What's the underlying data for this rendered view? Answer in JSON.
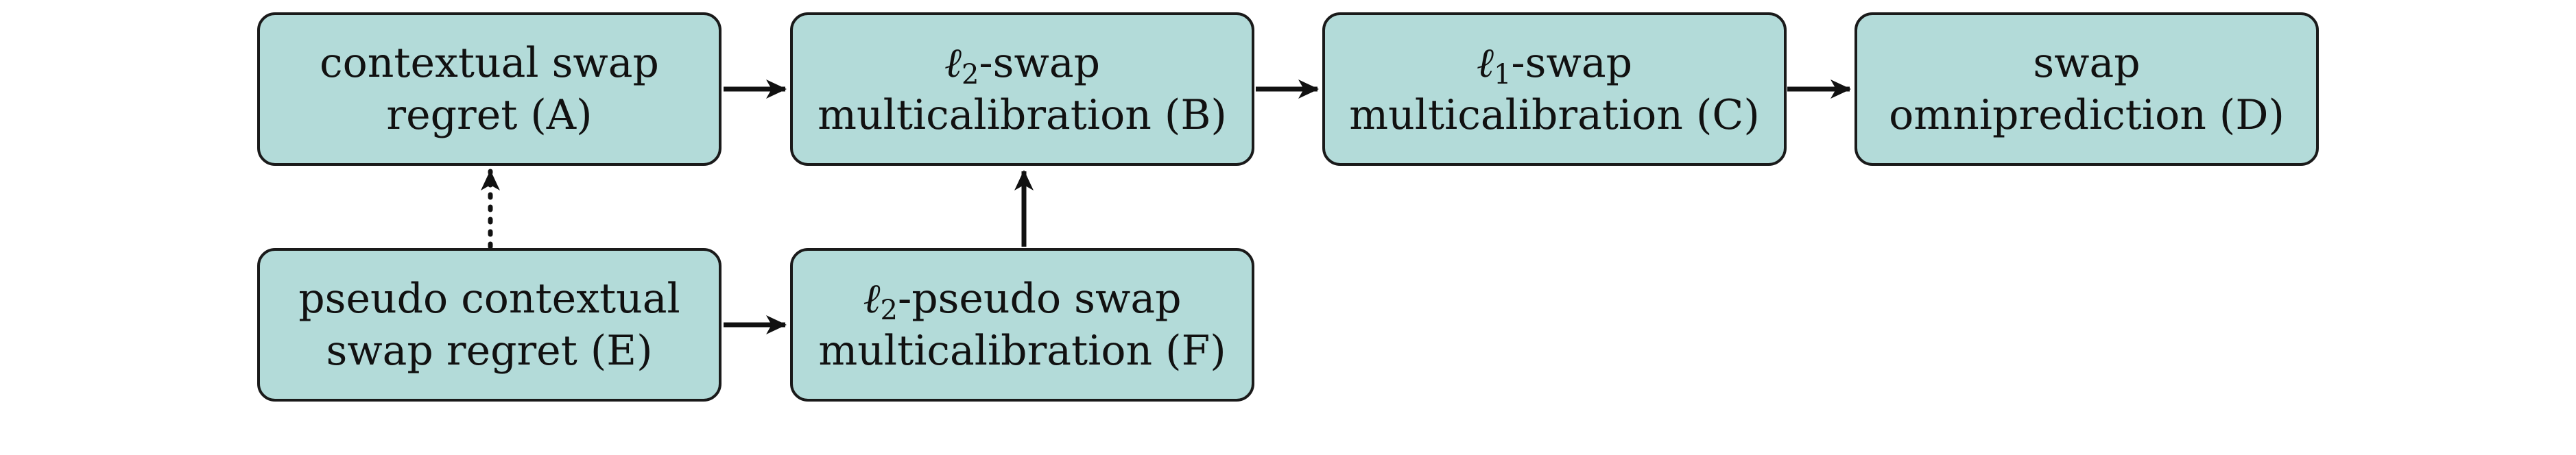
{
  "diagram": {
    "nodes": {
      "A": {
        "line1": "contextual swap",
        "line2": "regret (A)"
      },
      "B": {
        "sym": "ℓ",
        "sub": "2",
        "line1_rest": "-swap",
        "line2": "multicalibration (B)"
      },
      "C": {
        "sym": "ℓ",
        "sub": "1",
        "line1_rest": "-swap",
        "line2": "multicalibration (C)"
      },
      "D": {
        "line1": "swap",
        "line2": "omniprediction (D)"
      },
      "E": {
        "line1": "pseudo contextual",
        "line2": "swap regret (E)"
      },
      "F": {
        "sym": "ℓ",
        "sub": "2",
        "line1_rest": "-pseudo swap",
        "line2": "multicalibration (F)"
      }
    },
    "edges": [
      {
        "from": "A",
        "to": "B",
        "style": "solid"
      },
      {
        "from": "B",
        "to": "C",
        "style": "solid"
      },
      {
        "from": "C",
        "to": "D",
        "style": "solid"
      },
      {
        "from": "E",
        "to": "F",
        "style": "solid"
      },
      {
        "from": "F",
        "to": "B",
        "style": "solid"
      },
      {
        "from": "E",
        "to": "A",
        "style": "dotted"
      }
    ]
  }
}
